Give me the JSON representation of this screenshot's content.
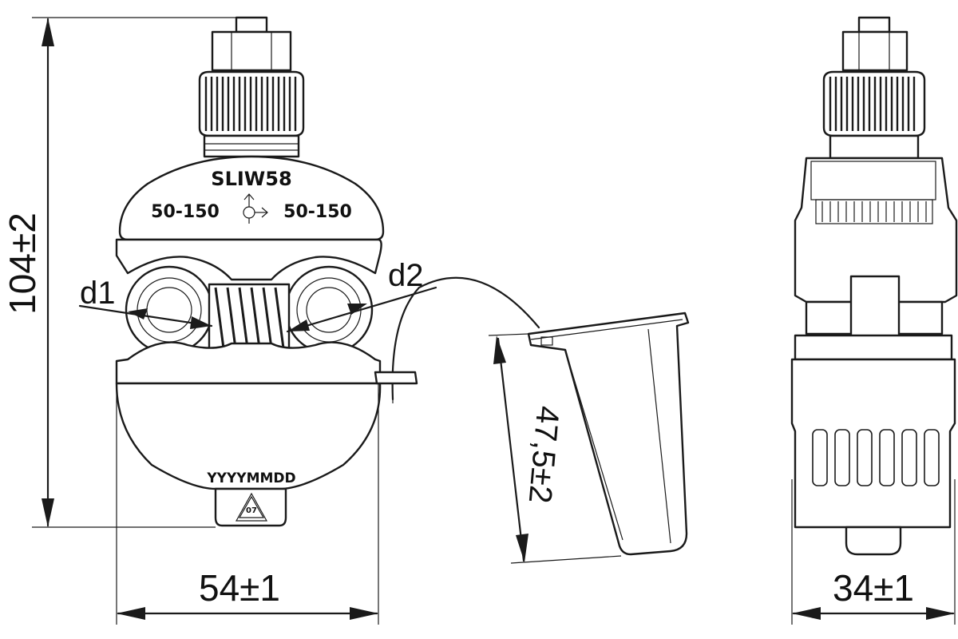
{
  "drawing": {
    "model": "SLIW58",
    "range_left": "50-150",
    "range_right": "50-150",
    "date_code": "YYYYMMDD",
    "recycle_code": "07",
    "label_d1": "d1",
    "label_d2": "d2",
    "dim_height": "104±2",
    "dim_width": "54±1",
    "dim_cap": "47,5±2",
    "dim_depth": "34±1"
  }
}
